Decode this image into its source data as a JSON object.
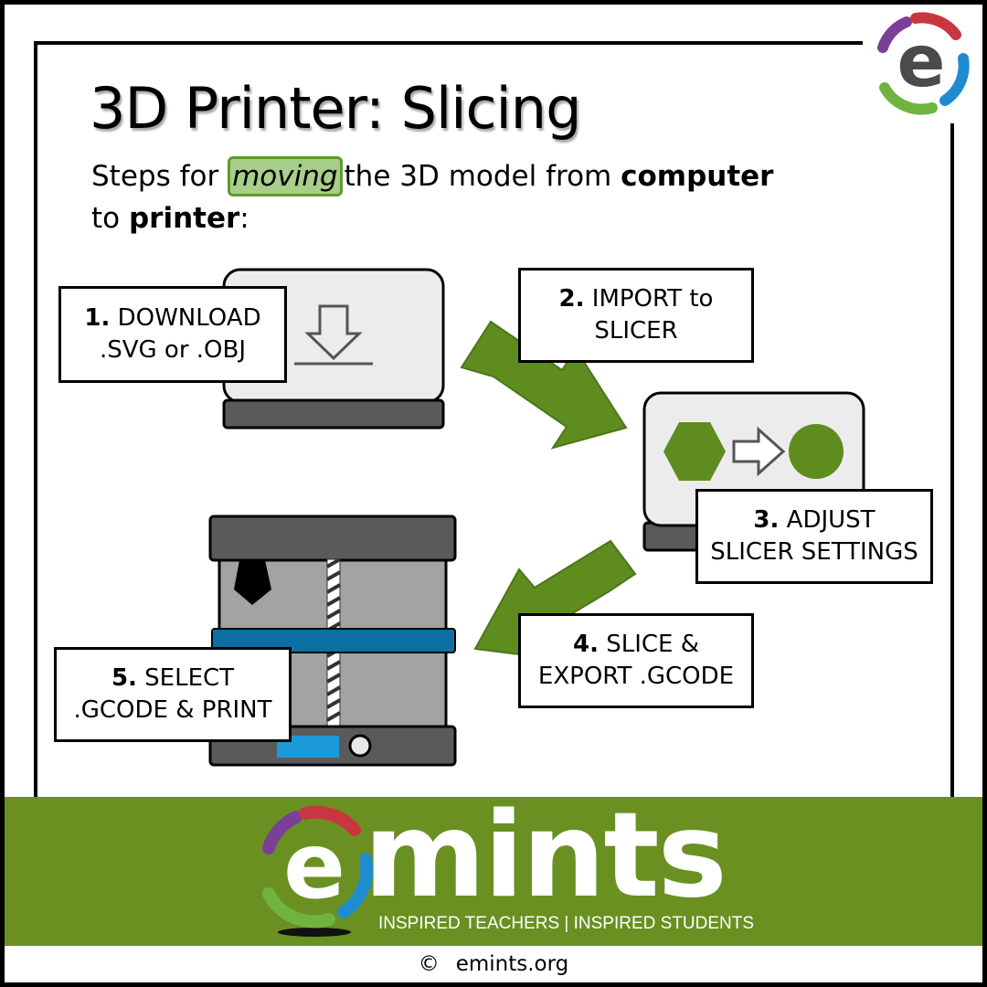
{
  "header": {
    "title": "3D Printer: Slicing",
    "subtitle_prefix": "Steps for ",
    "subtitle_highlight": "moving",
    "subtitle_mid": "the 3D model from ",
    "subtitle_bold1": "computer",
    "subtitle_line2_prefix": "to ",
    "subtitle_bold2": "printer",
    "subtitle_suffix": ":"
  },
  "steps": [
    {
      "num": "1.",
      "line1": "DOWNLOAD",
      "line2": ".SVG or .OBJ"
    },
    {
      "num": "2.",
      "line1": "IMPORT to",
      "line2": "SLICER"
    },
    {
      "num": "3.",
      "line1": "ADJUST",
      "line2": "SLICER SETTINGS"
    },
    {
      "num": "4.",
      "line1": "SLICE &",
      "line2": "EXPORT .GCODE"
    },
    {
      "num": "5.",
      "line1": "SELECT",
      "line2": ".GCODE & PRINT"
    }
  ],
  "brand": {
    "logo_letter": "e",
    "word": "mints",
    "tagline": "INSPIRED TEACHERS | INSPIRED STUDENTS",
    "copyright_symbol": "©",
    "site": "emints.org"
  },
  "colors": {
    "green": "#6a9021",
    "arrow_green": "#5e8c1e",
    "highlight_fill": "#a8cf8a",
    "screen_gray": "#ececec",
    "dark_gray": "#5a5a5a",
    "printer_gray": "#a3a3a3",
    "blue_bar": "#0b6fa4",
    "light_blue": "#1a9ad9",
    "logo_purple": "#7b3f98",
    "logo_red": "#c8373f",
    "logo_blue": "#1f8ccf",
    "logo_green": "#6fb43f"
  },
  "icons": [
    "download-arrow-icon",
    "hexagon-icon",
    "outline-arrow-icon",
    "circle-icon",
    "nozzle-icon",
    "emints-logo-icon"
  ]
}
